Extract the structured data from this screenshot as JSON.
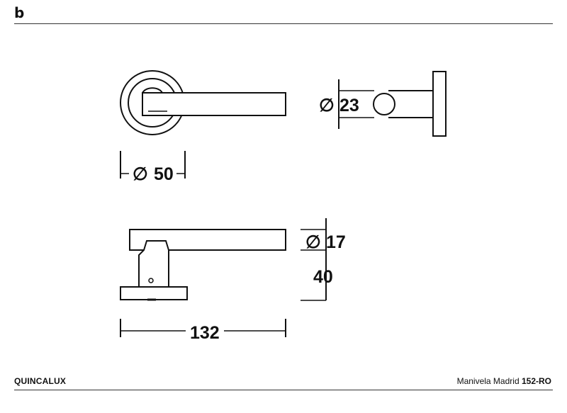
{
  "header": {
    "logo": "b"
  },
  "footer": {
    "brand": "QUINCALUX",
    "product": "Manivela Madrid",
    "code": "152-RO"
  },
  "dimensions": {
    "rose_diameter": "50",
    "rose_diameter_symbol": "∅",
    "neck_diameter": "23",
    "neck_diameter_symbol": "∅",
    "lever_diameter": "17",
    "lever_diameter_symbol": "∅",
    "projection": "40",
    "length": "132"
  }
}
